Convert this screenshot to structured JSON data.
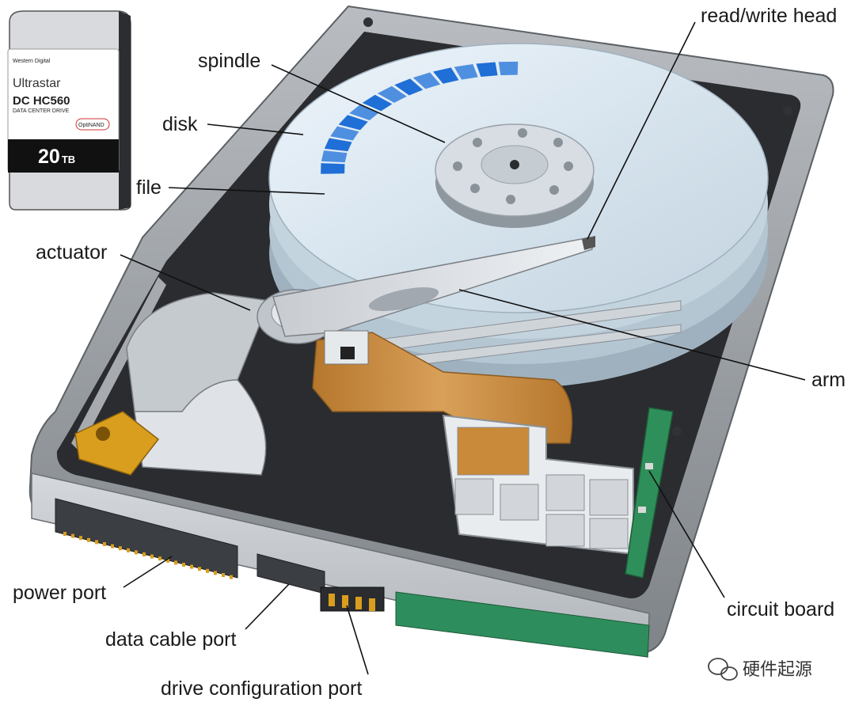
{
  "labels": {
    "spindle": "spindle",
    "disk": "disk",
    "file": "file",
    "actuator": "actuator",
    "read_write_head": "read/write head",
    "arm": "arm",
    "power_port": "power port",
    "data_cable_port": "data cable port",
    "drive_configuration_port": "drive configuration port",
    "circuit_board": "circuit board"
  },
  "product": {
    "brand": "Western Digital",
    "series": "Ultrastar",
    "model": "DC HC560",
    "subtitle": "DATA CENTER DRIVE",
    "badge": "OptiNAND",
    "capacity": "20",
    "capacity_unit": "TB"
  },
  "watermark": "硬件起源",
  "colors": {
    "file_blue": "#1f6fd6",
    "flex_cable": "#c98a3a",
    "pcb_green": "#2f8f5a",
    "chassis_gray": "#8d9196"
  }
}
